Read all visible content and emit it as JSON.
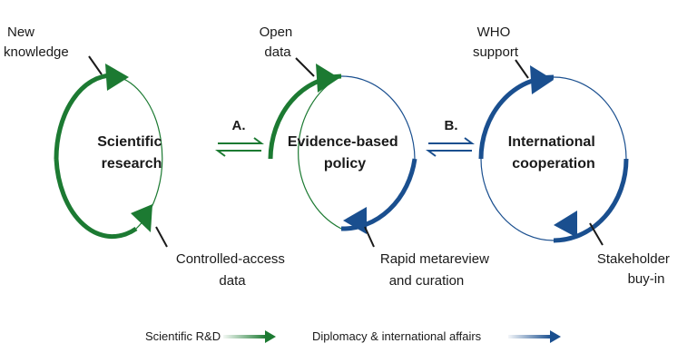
{
  "colors": {
    "green": "#1c7a32",
    "blue": "#1a4f8f",
    "text": "#1a1a1a"
  },
  "cycles": [
    {
      "center_lines": [
        "Scientific",
        "research"
      ],
      "top_label": [
        "New",
        "knowledge"
      ],
      "bottom_label": [
        "Controlled-access",
        "data"
      ]
    },
    {
      "center_lines": [
        "Evidence-based",
        "policy"
      ],
      "top_label": [
        "Open",
        "data"
      ],
      "bottom_label": [
        "Rapid metareview",
        "and curation"
      ]
    },
    {
      "center_lines": [
        "International",
        "cooperation"
      ],
      "top_label": [
        "WHO",
        "support"
      ],
      "bottom_label": [
        "Stakeholder",
        "buy-in"
      ]
    }
  ],
  "steps": {
    "a": "A.",
    "b": "B."
  },
  "legend": {
    "green_label": "Scientific R&D",
    "blue_label": "Diplomacy & international affairs"
  }
}
